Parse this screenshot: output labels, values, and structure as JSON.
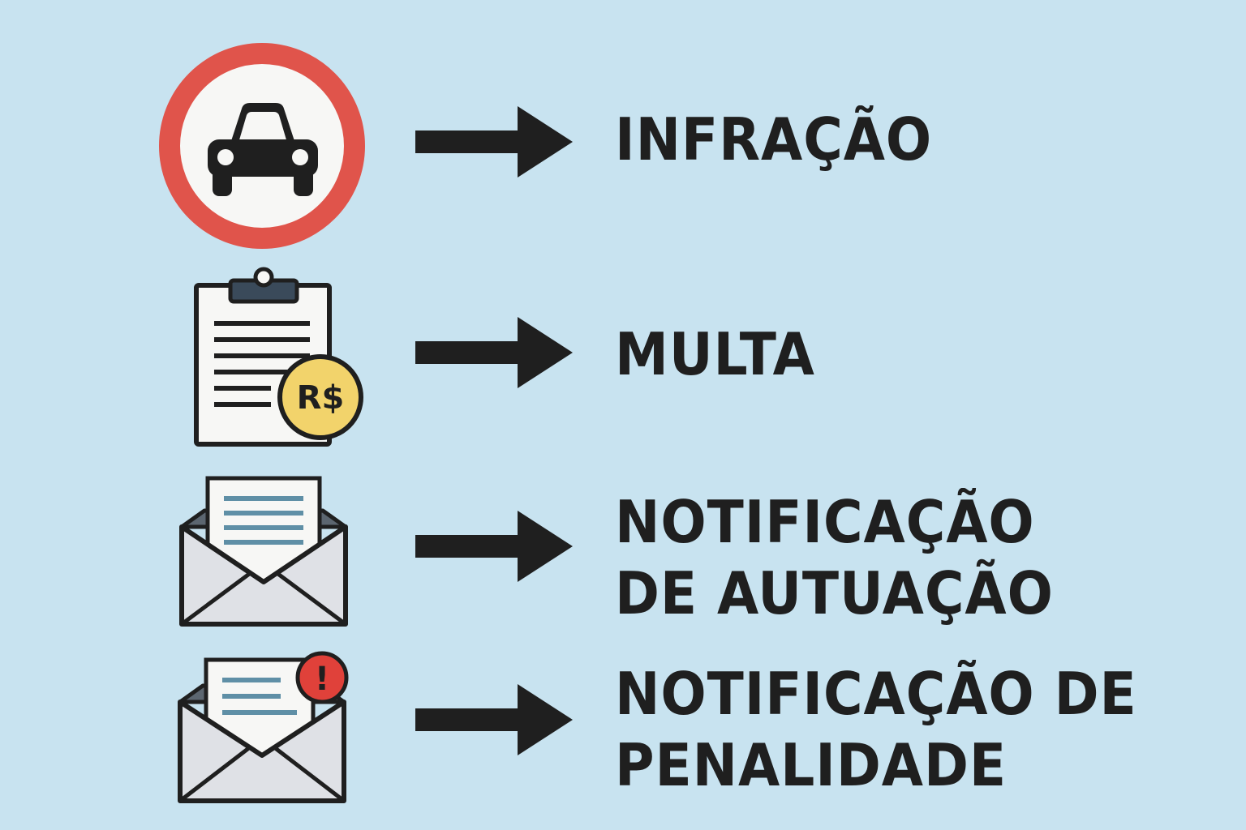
{
  "palette": {
    "background": "#c8e3f0",
    "sign_red": "#e0544b",
    "ink": "#1f1f1f",
    "coin_yellow": "#f2d36b",
    "text_lines_blue": "#5f8fa6",
    "envelope_gray": "#dfe1e6",
    "alert_red": "#e0413a"
  },
  "rows": [
    {
      "icon": "no-cars-sign-icon",
      "label_lines": [
        "INFRAÇÃO"
      ]
    },
    {
      "icon": "clipboard-fine-icon",
      "coin_text": "R$",
      "label_lines": [
        "MULTA"
      ]
    },
    {
      "icon": "open-envelope-letter-icon",
      "label_lines": [
        "NOTIFICAÇÃO",
        "DE AUTUAÇÃO"
      ]
    },
    {
      "icon": "envelope-alert-icon",
      "alert_text": "!",
      "label_lines": [
        "NOTIFICAÇÃO DE",
        "PENALIDADE"
      ]
    }
  ]
}
